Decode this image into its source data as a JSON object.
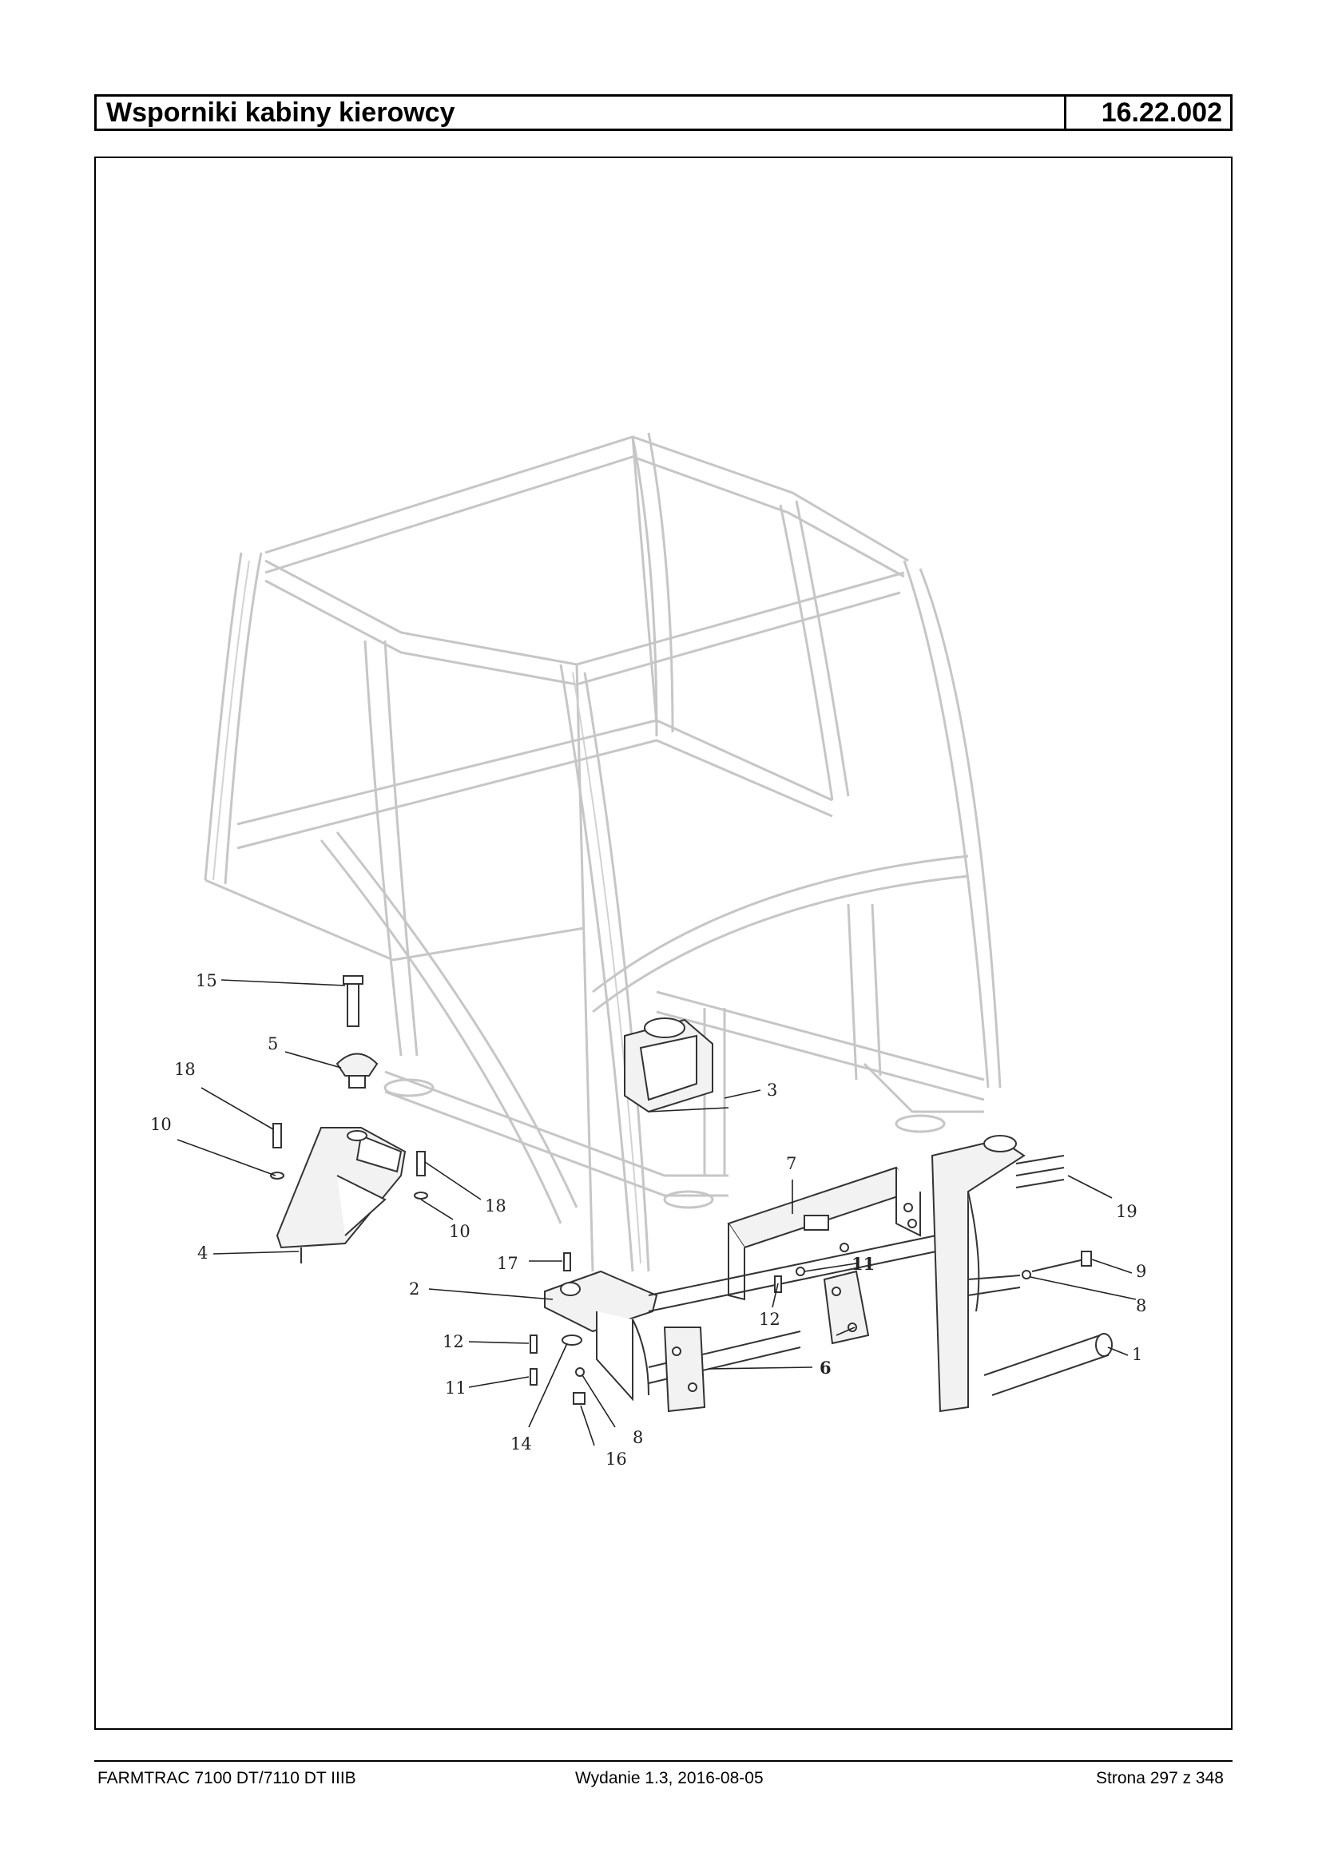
{
  "header": {
    "title": "Wsporniki kabiny kierowcy",
    "code": "16.22.002"
  },
  "callouts": {
    "c1": "1",
    "c2": "2",
    "c3": "3",
    "c4": "4",
    "c5": "5",
    "c6": "6",
    "c7": "7",
    "c8a": "8",
    "c8b": "8",
    "c9": "9",
    "c10a": "10",
    "c10b": "10",
    "c11a": "11",
    "c11b": "11",
    "c12a": "12",
    "c12b": "12",
    "c14": "14",
    "c15": "15",
    "c16": "16",
    "c17": "17",
    "c18a": "18",
    "c18b": "18",
    "c19": "19"
  },
  "footer": {
    "left": "FARMTRAC 7100 DT/7110 DT IIIB",
    "center": "Wydanie 1.3,  2016-08-05",
    "right": "Strona 297 z 348"
  }
}
